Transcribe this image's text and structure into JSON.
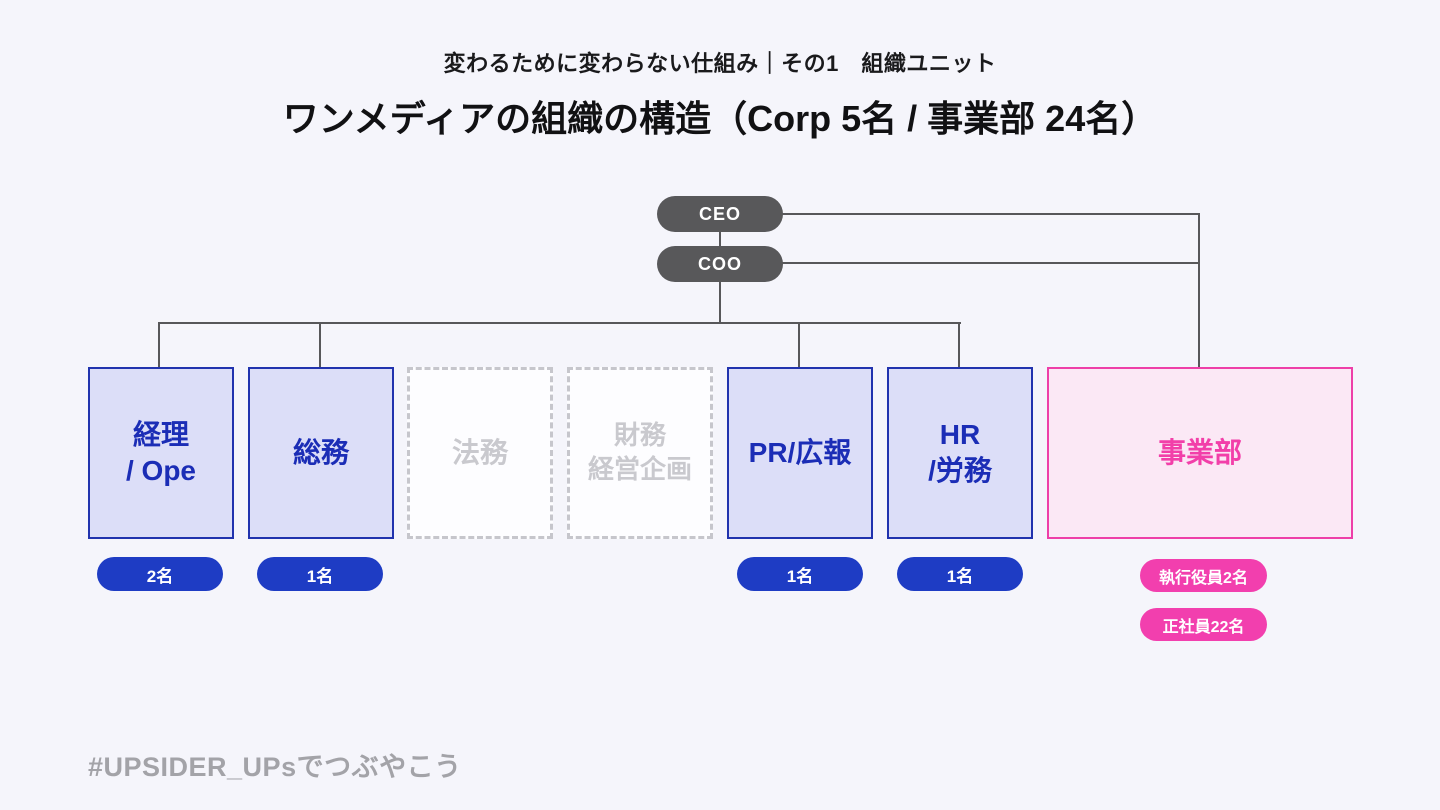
{
  "colors": {
    "background": "#f5f5fb",
    "line": "#57575a",
    "executive_pill": "#58585a",
    "unit_active_fill": "#dcdef8",
    "unit_active_border": "#2133ae",
    "unit_active_text": "#1b2db6",
    "unit_planned_border": "#c6c6cc",
    "unit_planned_text": "#c9c9ce",
    "business_fill": "#fbe8f5",
    "business_border": "#ee3fa8",
    "business_text": "#f23fa9",
    "badge_blue": "#1e3cc4",
    "badge_pink": "#f23fae",
    "footer_text": "#a3a3a8"
  },
  "header": {
    "subtitle": "変わるために変わらない仕組み｜その1　組織ユニット",
    "title": "ワンメディアの組織の構造（Corp 5名 / 事業部 24名）"
  },
  "org": {
    "executives": [
      {
        "label": "CEO"
      },
      {
        "label": "COO"
      }
    ],
    "units": [
      {
        "label": "経理\n/ Ope",
        "status": "active"
      },
      {
        "label": "総務",
        "status": "active"
      },
      {
        "label": "法務",
        "status": "planned"
      },
      {
        "label": "財務\n経営企画",
        "status": "planned"
      },
      {
        "label": "PR/広報",
        "status": "active"
      },
      {
        "label": "HR\n/労務",
        "status": "active"
      },
      {
        "label": "事業部",
        "status": "business"
      }
    ],
    "headcounts": [
      {
        "label": "2名"
      },
      {
        "label": "1名"
      },
      {
        "label": "1名"
      },
      {
        "label": "1名"
      }
    ],
    "business_headcounts": [
      {
        "label": "執行役員2名"
      },
      {
        "label": "正社員22名"
      }
    ]
  },
  "footer": {
    "hashtag": "#UPSIDER_UPsでつぶやこう"
  }
}
